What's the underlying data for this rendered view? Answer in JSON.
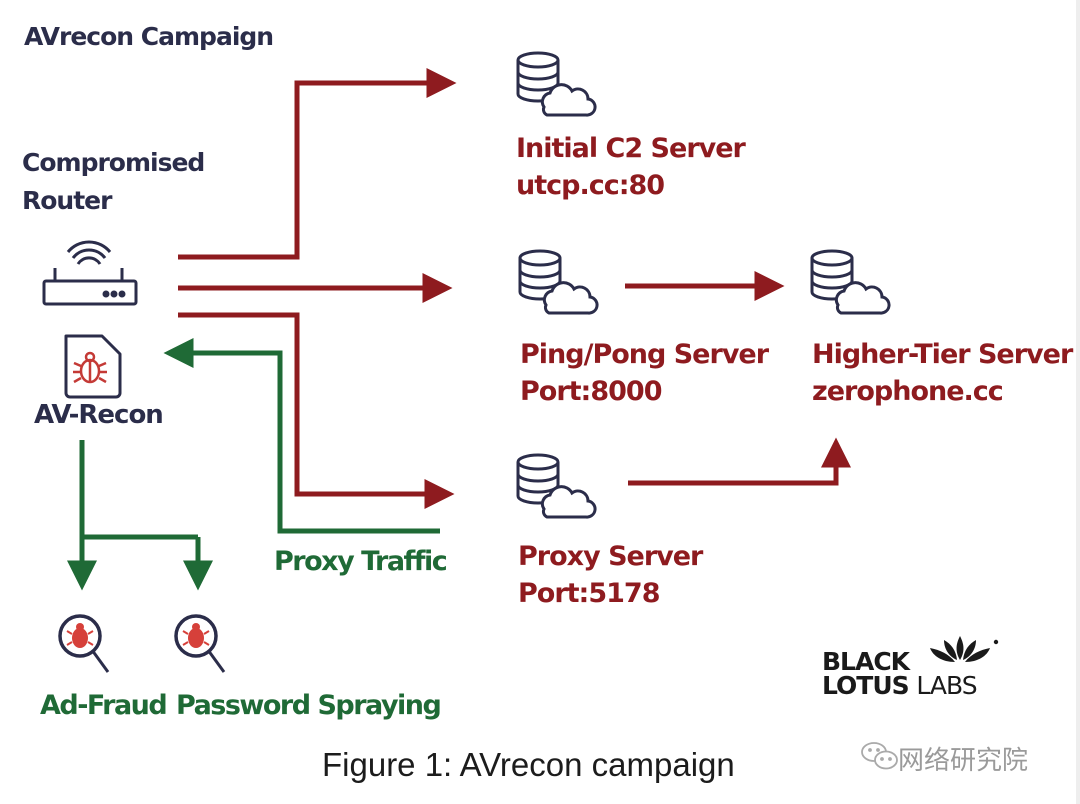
{
  "diagram": {
    "title": "AVrecon Campaign",
    "source": {
      "label_line1": "Compromised",
      "label_line2": "Router",
      "icon": "router-icon",
      "malware_label": "AV-Recon",
      "malware_icon": "malware-file-bug-icon"
    },
    "servers": [
      {
        "id": "initial-c2",
        "name": "Initial C2 Server",
        "detail": "utcp.cc:80",
        "icon": "database-cloud-icon"
      },
      {
        "id": "ping-pong",
        "name": "Ping/Pong Server",
        "detail": "Port:8000",
        "icon": "database-cloud-icon"
      },
      {
        "id": "higher-tier",
        "name": "Higher-Tier Server",
        "detail": "zerophone.cc",
        "icon": "database-cloud-icon"
      },
      {
        "id": "proxy",
        "name": "Proxy Server",
        "detail": "Port:5178",
        "icon": "database-cloud-icon"
      }
    ],
    "edges": [
      {
        "from": "router",
        "to": "initial-c2",
        "color": "red"
      },
      {
        "from": "router",
        "to": "ping-pong",
        "color": "red"
      },
      {
        "from": "router",
        "to": "proxy",
        "color": "red"
      },
      {
        "from": "ping-pong",
        "to": "higher-tier",
        "color": "red"
      },
      {
        "from": "proxy",
        "to": "higher-tier",
        "color": "red"
      },
      {
        "from": "proxy",
        "to": "av-recon",
        "color": "green",
        "label": "Proxy Traffic"
      },
      {
        "from": "av-recon",
        "to": "ad-fraud",
        "color": "green"
      },
      {
        "from": "av-recon",
        "to": "password-spraying",
        "color": "green"
      }
    ],
    "edge_labels": {
      "proxy_traffic": "Proxy Traffic"
    },
    "activities": [
      {
        "id": "ad-fraud",
        "label": "Ad-Fraud",
        "icon": "magnifier-bug-icon"
      },
      {
        "id": "password-spraying",
        "label": "Password Spraying",
        "icon": "magnifier-bug-icon"
      }
    ],
    "logo": {
      "line1": "BLACK",
      "line2a": "LOTUS",
      "line2b": "LABS",
      "icon": "lotus-icon"
    },
    "caption": "Figure 1: AVrecon campaign",
    "watermark": {
      "text": "网络研究院",
      "icon": "wechat-icon"
    },
    "colors": {
      "red": "#8e1b1f",
      "green": "#1f6a36",
      "navy": "#2b2d4a",
      "bug": "#c43a36"
    }
  }
}
